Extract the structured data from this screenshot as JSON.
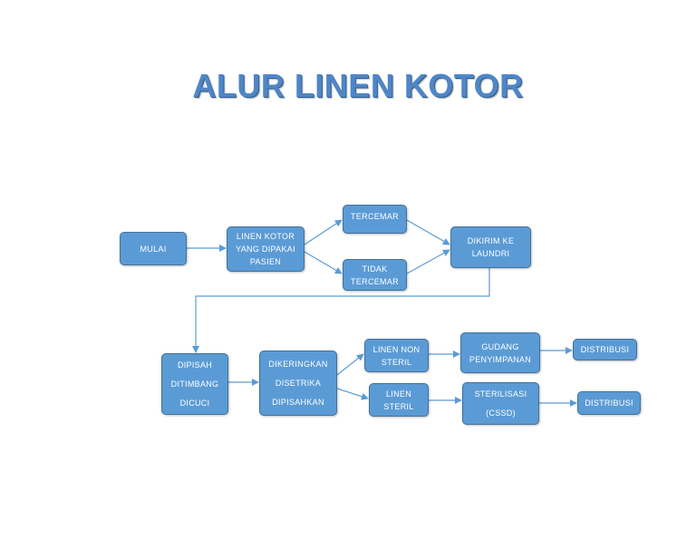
{
  "title": "ALUR LINEN KOTOR",
  "nodes": {
    "mulai": [
      "MULAI"
    ],
    "linen_kotor": [
      "LINEN KOTOR",
      "YANG DIPAKAI",
      "PASIEN"
    ],
    "tercemar": [
      "TERCEMAR"
    ],
    "tidak_tercemar": [
      "TIDAK",
      "TERCEMAR"
    ],
    "dikirim": [
      "DIKIRIM KE",
      "LAUNDRI"
    ],
    "dipisah": [
      "DIPISAH",
      "DITIMBANG",
      "DICUCI"
    ],
    "dikeringkan": [
      "DIKERINGKAN",
      "DISETRIKA",
      "DIPISAHKAN"
    ],
    "non_steril": [
      "LINEN NON",
      "STERIL"
    ],
    "steril": [
      "LINEN",
      "STERIL"
    ],
    "gudang": [
      "GUDANG",
      "PENYIMPANAN"
    ],
    "sterilisasi": [
      "STERILISASI",
      "(CSSD)"
    ],
    "distribusi_1": [
      "DISTRIBUSI"
    ],
    "distribusi_2": [
      "DISTRIBUSI"
    ]
  },
  "colors": {
    "box_fill": "#5b9bd5",
    "box_border": "#41719c",
    "arrow": "#5b9bd5",
    "title": "#4f86c6"
  }
}
